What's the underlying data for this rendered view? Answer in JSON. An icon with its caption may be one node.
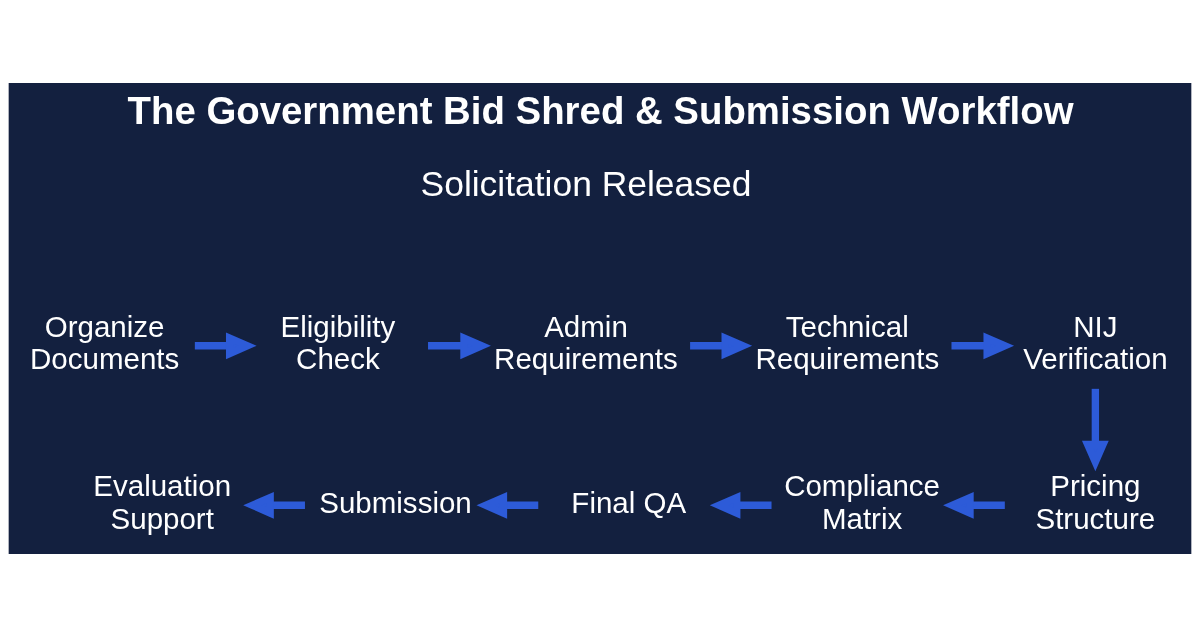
{
  "diagram": {
    "title": "The Government Bid Shred & Submission Workflow",
    "nodes": [
      {
        "text": [
          "Organize Documents"
        ]
      },
      {
        "text": [
          "Eligibility Check"
        ]
      },
      {
        "text": [
          "Admin Requirements"
        ]
      },
      {
        "text": [
          "Technical Requirements"
        ]
      },
      {
        "text": [
          "NIJ Verification"
        ]
      },
      {
        "text": [
          "Pricing Structure"
        ]
      },
      {
        "text": [
          "Compliance Matrix"
        ]
      },
      {
        "text": [
          "Final QA"
        ]
      },
      {
        "text": [
          "Submission"
        ]
      },
      {
        "text": [
          "Evaluation Support"
        ]
      }
    ],
    "edges": [
      {
        "from": 0,
        "to": 1,
        "arrow": "to"
      },
      {
        "from": 1,
        "to": 2,
        "arrow": "to"
      },
      {
        "from": 2,
        "to": 3,
        "arrow": "to"
      },
      {
        "from": 3,
        "to": 4,
        "arrow": "to"
      },
      {
        "from": 4,
        "to": 5,
        "arrow": "to"
      },
      {
        "from": 5,
        "to": 6,
        "arrow": "to"
      },
      {
        "from": 6,
        "to": 7,
        "arrow": "to"
      },
      {
        "from": 7,
        "to": 8,
        "arrow": "to"
      },
      {
        "from": 8,
        "to": 9,
        "arrow": "to"
      }
    ],
    "labels": [
      "Solicitation Released"
    ]
  }
}
